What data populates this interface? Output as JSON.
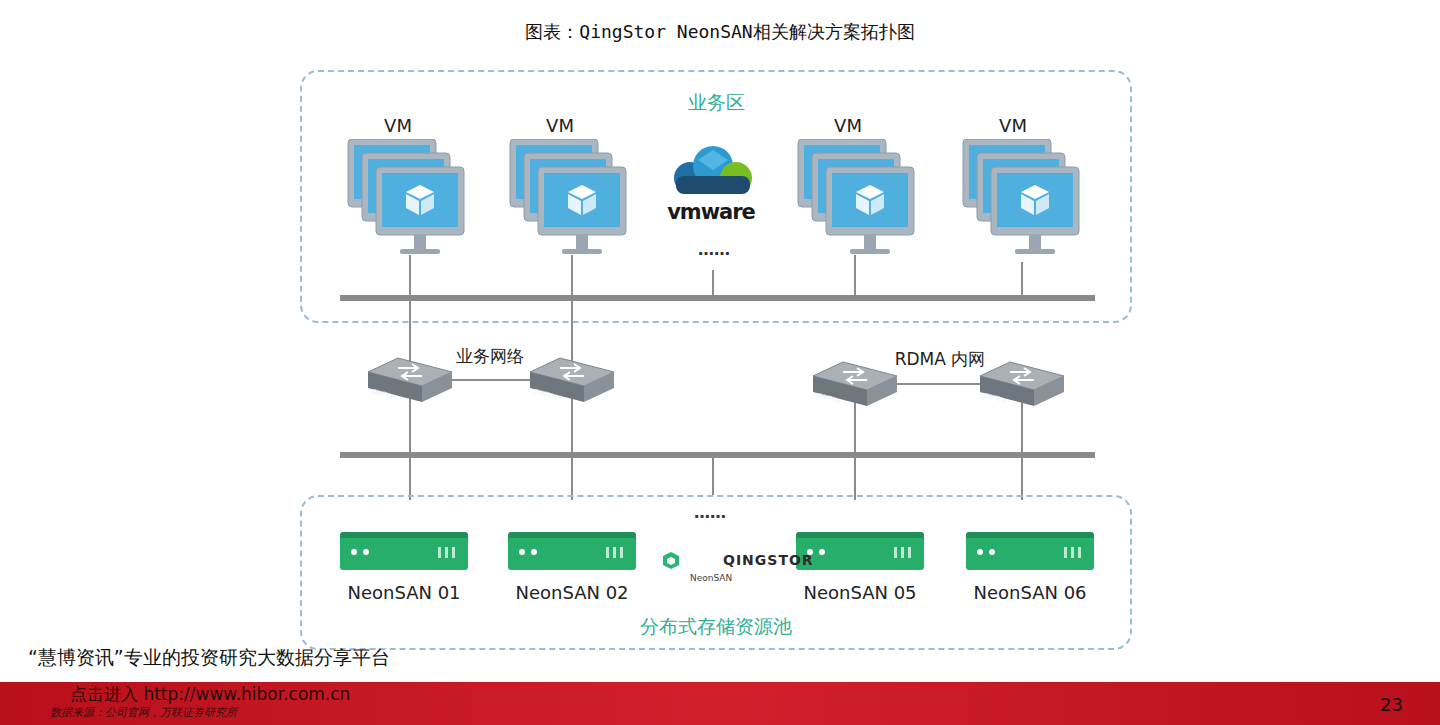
{
  "diagram": {
    "title": "图表：QingStor NeonSAN相关解决方案拓扑图",
    "nodes": [
      {
        "text": [
          "业务区"
        ]
      },
      {
        "text": [
          "VM"
        ],
        "in": 0
      },
      {
        "text": [
          "VM"
        ],
        "in": 0
      },
      {
        "text": [
          "VM"
        ],
        "in": 0
      },
      {
        "text": [
          "VM"
        ],
        "in": 0
      },
      {
        "text": [
          "分布式存储资源池"
        ]
      },
      {
        "text": [
          "NeonSAN 01"
        ],
        "in": 5
      },
      {
        "text": [
          "NeonSAN 02"
        ],
        "in": 5
      },
      {
        "text": [
          "NeonSAN 05"
        ],
        "in": 5
      },
      {
        "text": [
          "NeonSAN 06"
        ],
        "in": 5
      }
    ],
    "labels": [
      "业务网络",
      "RDMA 内网",
      "SWITCH",
      "SWITCH",
      "SWITCH",
      "SWITCH",
      "vmware",
      "……",
      "……",
      "QINGSTOR",
      "NeonSAN",
      "“慧博资讯”专业的投资研究大数据分享平台",
      "点击进入 http://www.hibor.com.cn",
      "数据来源：公司官网，万联证券研究所",
      "23"
    ]
  }
}
